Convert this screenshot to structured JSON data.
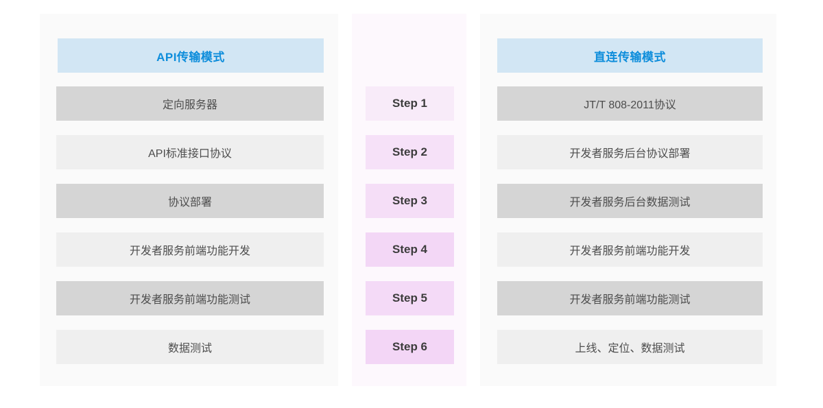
{
  "colors": {
    "page_bg": "#ffffff",
    "panel_bg": "#fafafa",
    "middle_panel_bg": "#fdf8fd",
    "header_bg": "#d2e6f4",
    "header_text": "#0d8ddb",
    "row_dark_bg": "#d5d5d5",
    "row_light_bg": "#efefef",
    "row_text": "#4d4d4d",
    "step_text": "#3c3c3c"
  },
  "left_panel": {
    "header": "API传输模式",
    "rows": [
      {
        "label": "定向服务器",
        "variant": "dark"
      },
      {
        "label": "API标准接口协议",
        "variant": "light"
      },
      {
        "label": "协议部署",
        "variant": "dark"
      },
      {
        "label": "开发者服务前端功能开发",
        "variant": "light"
      },
      {
        "label": "开发者服务前端功能测试",
        "variant": "dark"
      },
      {
        "label": "数据测试",
        "variant": "light"
      }
    ]
  },
  "middle_panel": {
    "steps": [
      {
        "label": "Step 1",
        "bg": "#f8ebf9"
      },
      {
        "label": "Step 2",
        "bg": "#f6e1f8"
      },
      {
        "label": "Step 3",
        "bg": "#f5def7"
      },
      {
        "label": "Step 4",
        "bg": "#f3d7f6"
      },
      {
        "label": "Step 5",
        "bg": "#f4daf7"
      },
      {
        "label": "Step 6",
        "bg": "#f3d6f6"
      }
    ]
  },
  "right_panel": {
    "header": "直连传输模式",
    "rows": [
      {
        "label": "JT/T 808-2011协议",
        "variant": "dark"
      },
      {
        "label": "开发者服务后台协议部署",
        "variant": "light"
      },
      {
        "label": "开发者服务后台数据测试",
        "variant": "dark"
      },
      {
        "label": "开发者服务前端功能开发",
        "variant": "light"
      },
      {
        "label": "开发者服务前端功能测试",
        "variant": "dark"
      },
      {
        "label": "上线、定位、数据测试",
        "variant": "light"
      }
    ]
  }
}
